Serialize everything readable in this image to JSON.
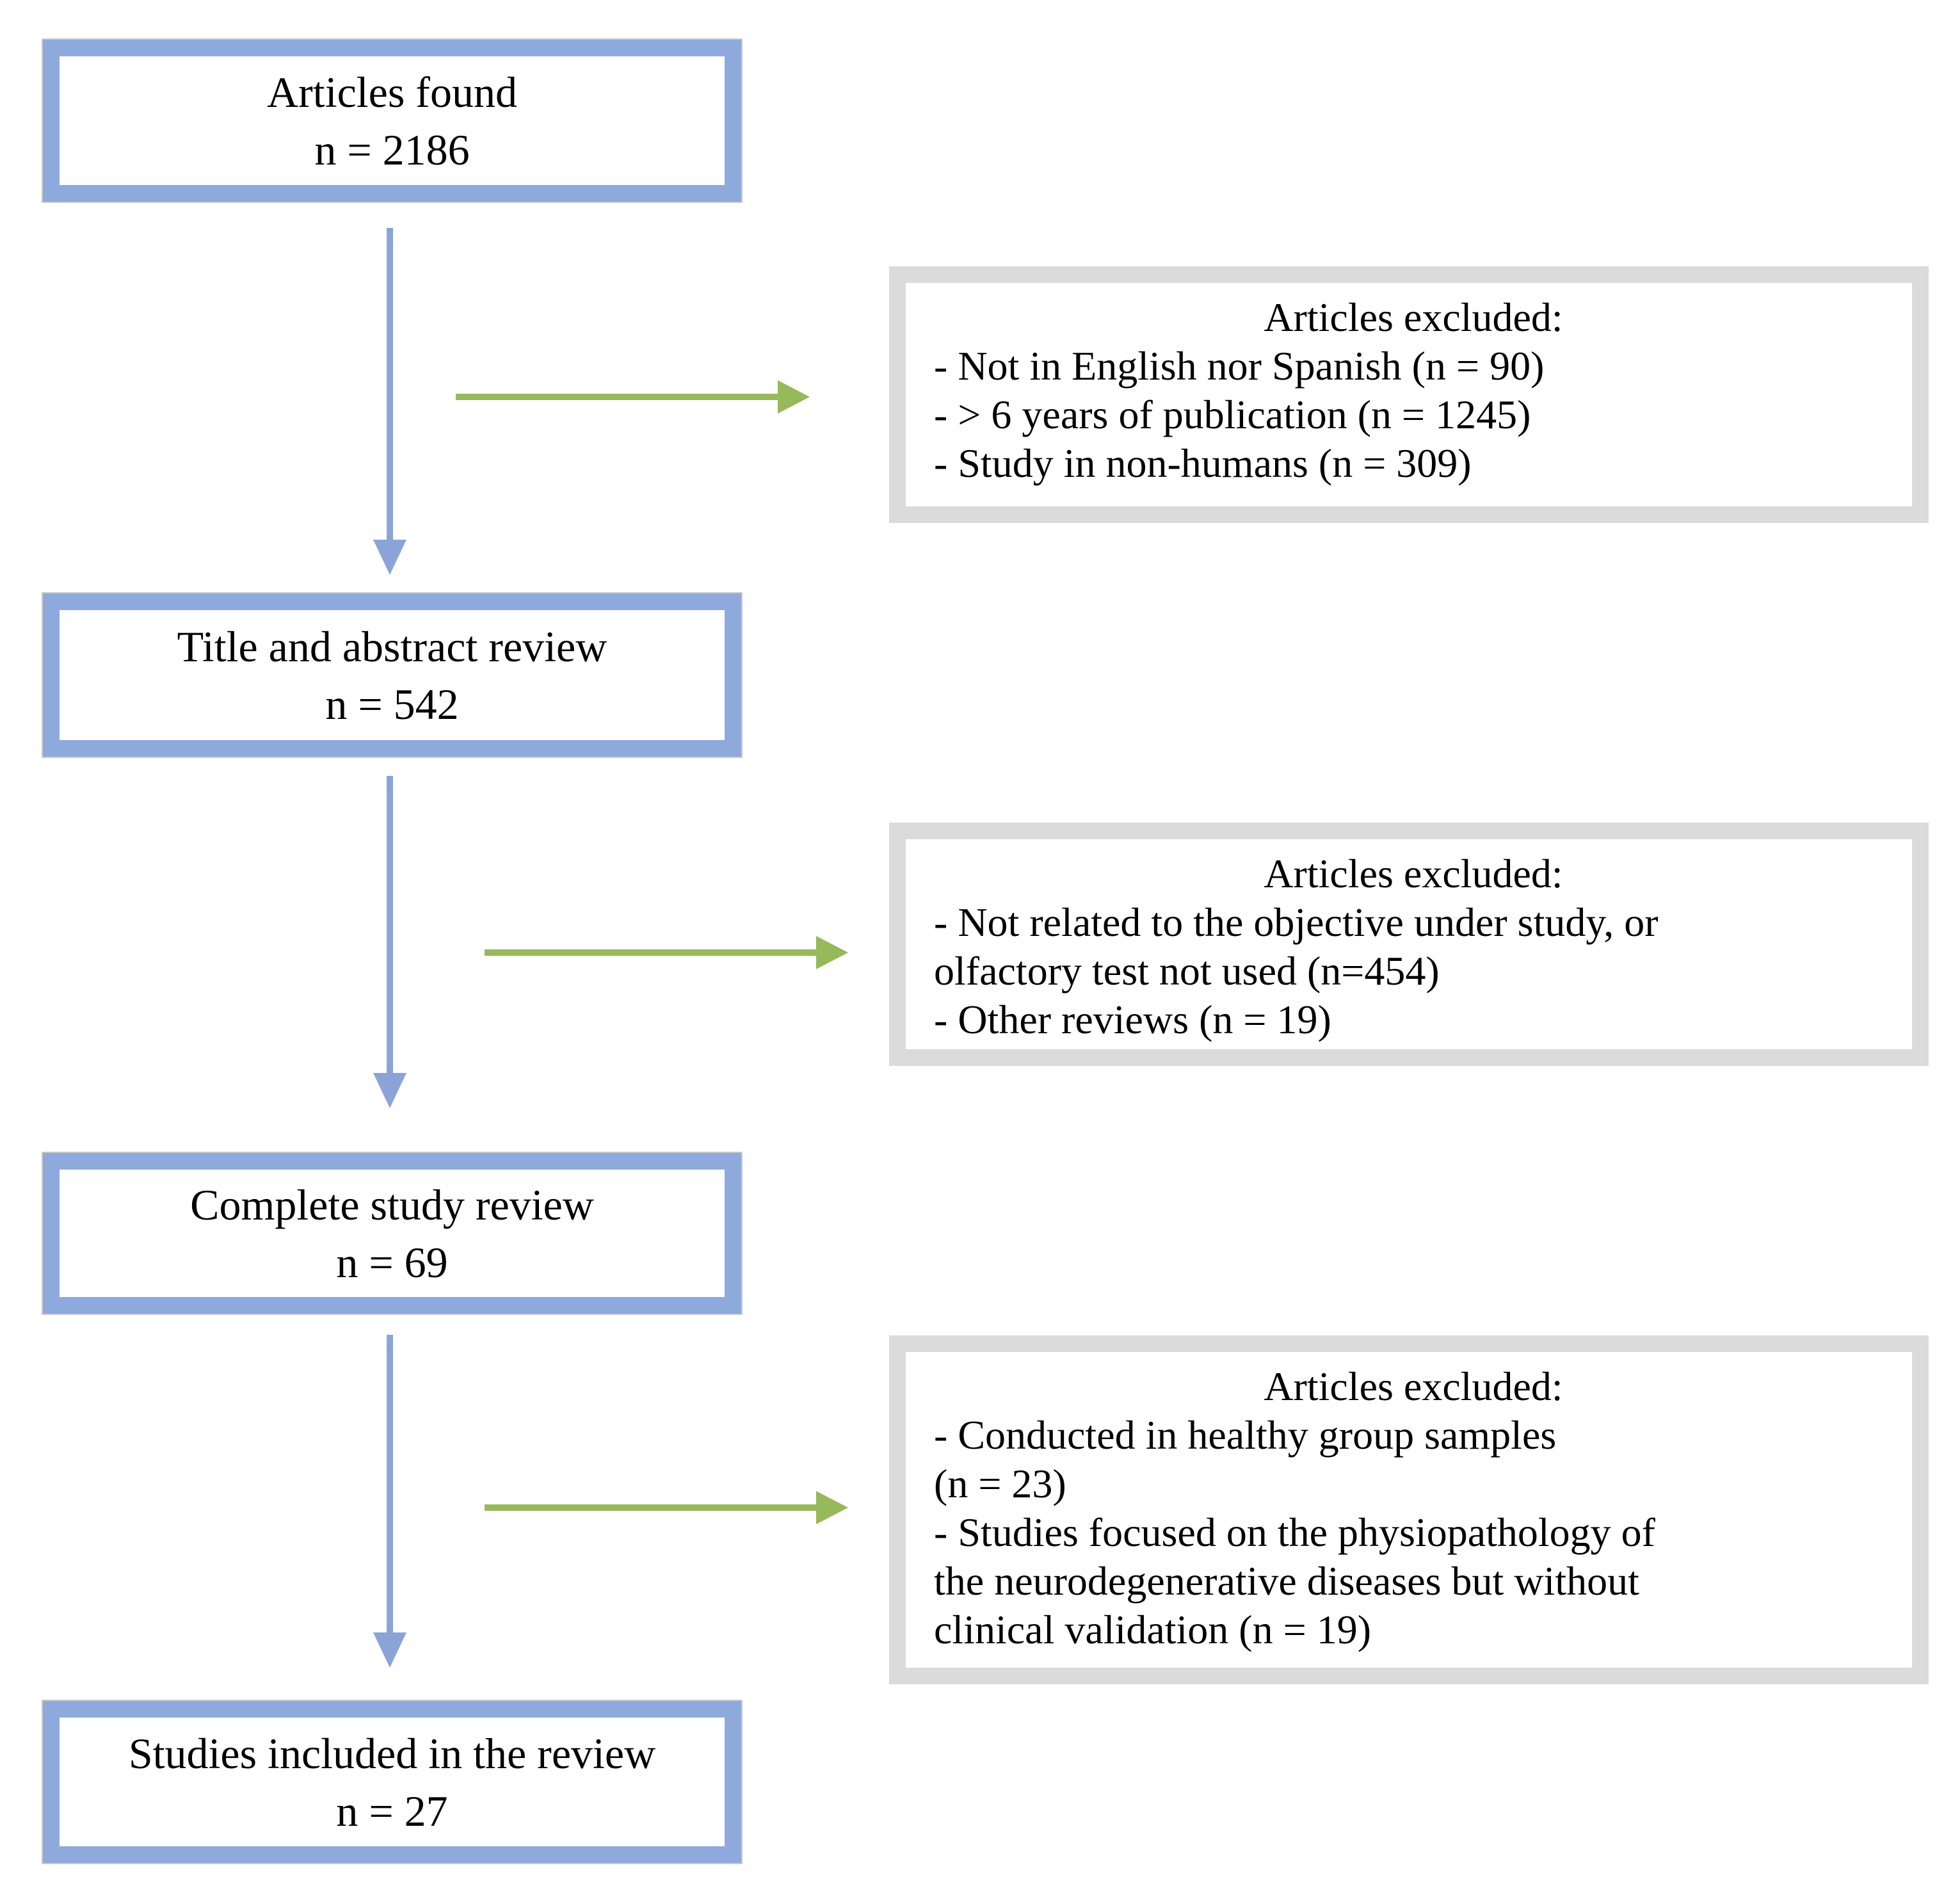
{
  "colors": {
    "stage_box_border": "#8EA9DB",
    "exclusion_box_border": "#DBDBDB",
    "down_arrow": "#8BA4D8",
    "right_arrow": "#96B95A",
    "text": "#000000"
  },
  "stages": [
    {
      "label": "Articles found",
      "count": "n = 2186"
    },
    {
      "label": "Title and abstract review",
      "count": "n = 542"
    },
    {
      "label": "Complete study review",
      "count": "n = 69"
    },
    {
      "label": "Studies included in the review",
      "count": "n = 27"
    }
  ],
  "exclusions": [
    {
      "heading": "Articles excluded:",
      "lines": [
        "- Not in English nor Spanish (n = 90)",
        "- > 6 years of publication (n = 1245)",
        "- Study in non-humans (n = 309)"
      ]
    },
    {
      "heading": "Articles excluded:",
      "lines": [
        "- Not related to the objective under study, or",
        "olfactory test not used (n=454)",
        "- Other reviews (n = 19)"
      ]
    },
    {
      "heading": "Articles excluded:",
      "lines": [
        "- Conducted in healthy group samples",
        "(n = 23)",
        "- Studies focused on the physiopathology of",
        "the neurodegenerative diseases but without",
        "clinical validation (n = 19)"
      ]
    }
  ]
}
